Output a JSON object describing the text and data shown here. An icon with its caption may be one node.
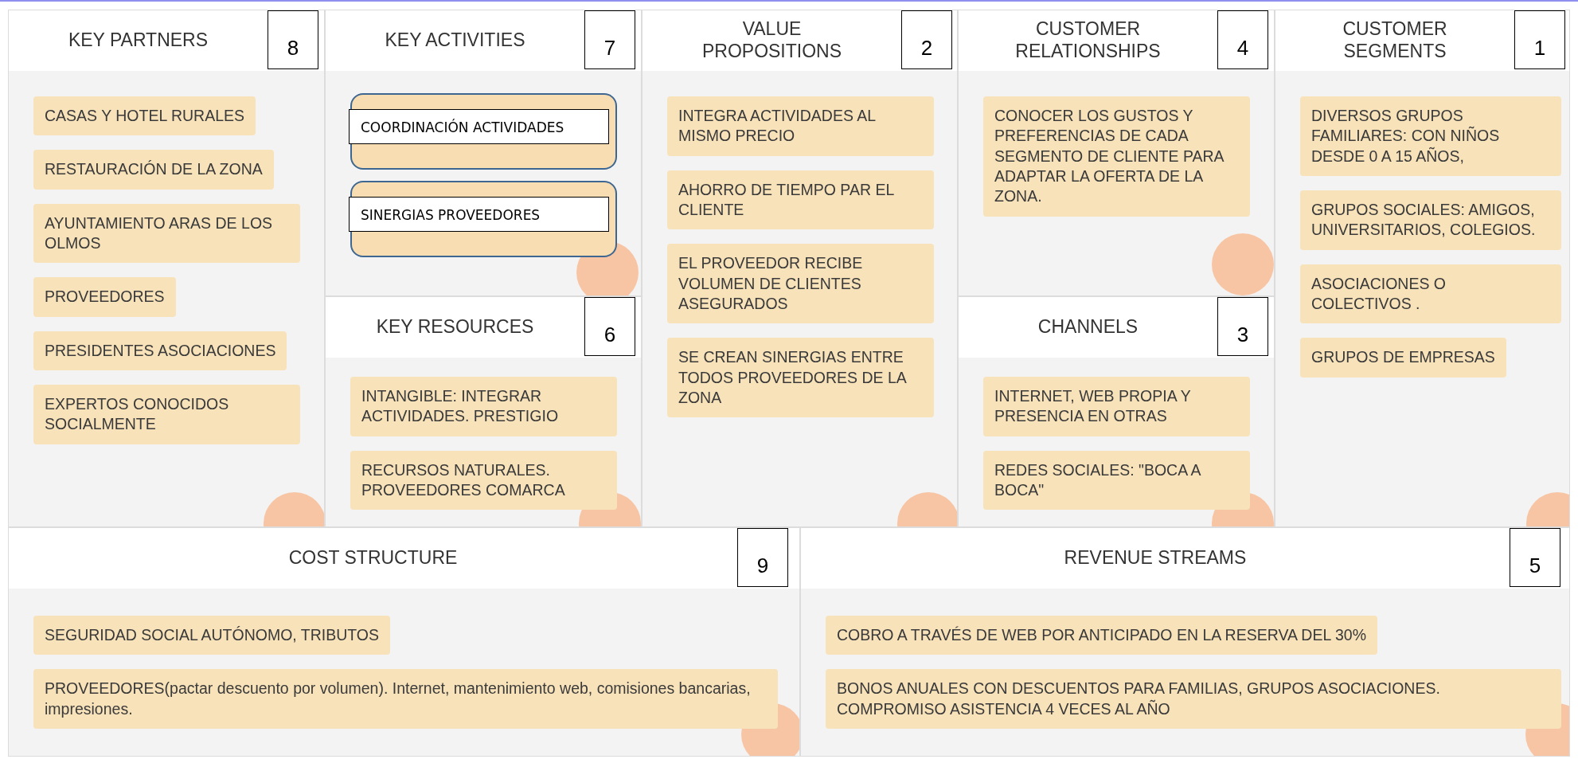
{
  "diagram": {
    "nodes": [
      {
        "text": [
          "KEY PARTNERS",
          "8"
        ]
      },
      {
        "text": [
          "CASAS Y HOTEL RURALES"
        ],
        "in": 0
      },
      {
        "text": [
          "RESTAURACIÓN DE LA ZONA"
        ],
        "in": 0
      },
      {
        "text": [
          "AYUNTAMIENTO ARAS DE LOS OLMOS"
        ],
        "in": 0
      },
      {
        "text": [
          "PROVEEDORES"
        ],
        "in": 0
      },
      {
        "text": [
          "PRESIDENTES ASOCIACIONES"
        ],
        "in": 0
      },
      {
        "text": [
          "EXPERTOS CONOCIDOS SOCIALMENTE"
        ],
        "in": 0
      },
      {
        "text": [
          "KEY ACTIVITIES",
          "7"
        ]
      },
      {
        "text": [
          "COORDINACIÓN ACTIVIDADES"
        ],
        "in": 7
      },
      {
        "text": [
          "SINERGIAS PROVEEDORES"
        ],
        "in": 7
      },
      {
        "text": [
          "KEY RESOURCES",
          "6"
        ]
      },
      {
        "text": [
          "INTANGIBLE: INTEGRAR ACTIVIDADES. PRESTIGIO"
        ],
        "in": 10
      },
      {
        "text": [
          "RECURSOS NATURALES. PROVEEDORES COMARCA"
        ],
        "in": 10
      },
      {
        "text": [
          "VALUE PROPOSITIONS",
          "2"
        ]
      },
      {
        "text": [
          "INTEGRA ACTIVIDADES AL MISMO PRECIO"
        ],
        "in": 13
      },
      {
        "text": [
          "AHORRO DE TIEMPO PAR EL CLIENTE"
        ],
        "in": 13
      },
      {
        "text": [
          "EL PROVEEDOR RECIBE VOLUMEN DE CLIENTES ASEGURADOS"
        ],
        "in": 13
      },
      {
        "text": [
          "SE CREAN SINERGIAS ENTRE TODOS PROVEEDORES DE LA ZONA"
        ],
        "in": 13
      },
      {
        "text": [
          "CUSTOMER RELATIONSHIPS",
          "4"
        ]
      },
      {
        "text": [
          "CONOCER LOS GUSTOS Y PREFERENCIAS DE CADA SEGMENTO DE CLIENTE PARA ADAPTAR LA OFERTA DE LA ZONA."
        ],
        "in": 18
      },
      {
        "text": [
          "CHANNELS",
          "3"
        ]
      },
      {
        "text": [
          "INTERNET, WEB PROPIA Y PRESENCIA EN OTRAS"
        ],
        "in": 20
      },
      {
        "text": [
          "REDES SOCIALES: \"BOCA A BOCA\""
        ],
        "in": 20
      },
      {
        "text": [
          "CUSTOMER SEGMENTS",
          "1"
        ]
      },
      {
        "text": [
          "DIVERSOS GRUPOS FAMILIARES: CON NIÑOS DESDE 0 A 15 AÑOS,"
        ],
        "in": 23
      },
      {
        "text": [
          "GRUPOS SOCIALES: AMIGOS, UNIVERSITARIOS, COLEGIOS."
        ],
        "in": 23
      },
      {
        "text": [
          "ASOCIACIONES O COLECTIVOS ."
        ],
        "in": 23
      },
      {
        "text": [
          "GRUPOS DE EMPRESAS"
        ],
        "in": 23
      },
      {
        "text": [
          "COST STRUCTURE",
          "9"
        ]
      },
      {
        "text": [
          "SEGURIDAD SOCIAL AUTÓNOMO, TRIBUTOS"
        ],
        "in": 28
      },
      {
        "text": [
          "PROVEEDORES(pactar descuento por volumen). Internet, mantenimiento web, comisiones bancarias, impresiones."
        ],
        "in": 28
      },
      {
        "text": [
          "REVENUE STREAMS",
          "5"
        ]
      },
      {
        "text": [
          "COBRO A TRAVÉS DE WEB POR ANTICIPADO EN LA RESERVA DEL 30%"
        ],
        "in": 31
      },
      {
        "text": [
          "BONOS ANUALES CON DESCUENTOS PARA FAMILIAS, GRUPOS ASOCIACIONES. COMPROMISO ASISTENCIA 4 VECES AL AÑO"
        ],
        "in": 31
      }
    ]
  }
}
